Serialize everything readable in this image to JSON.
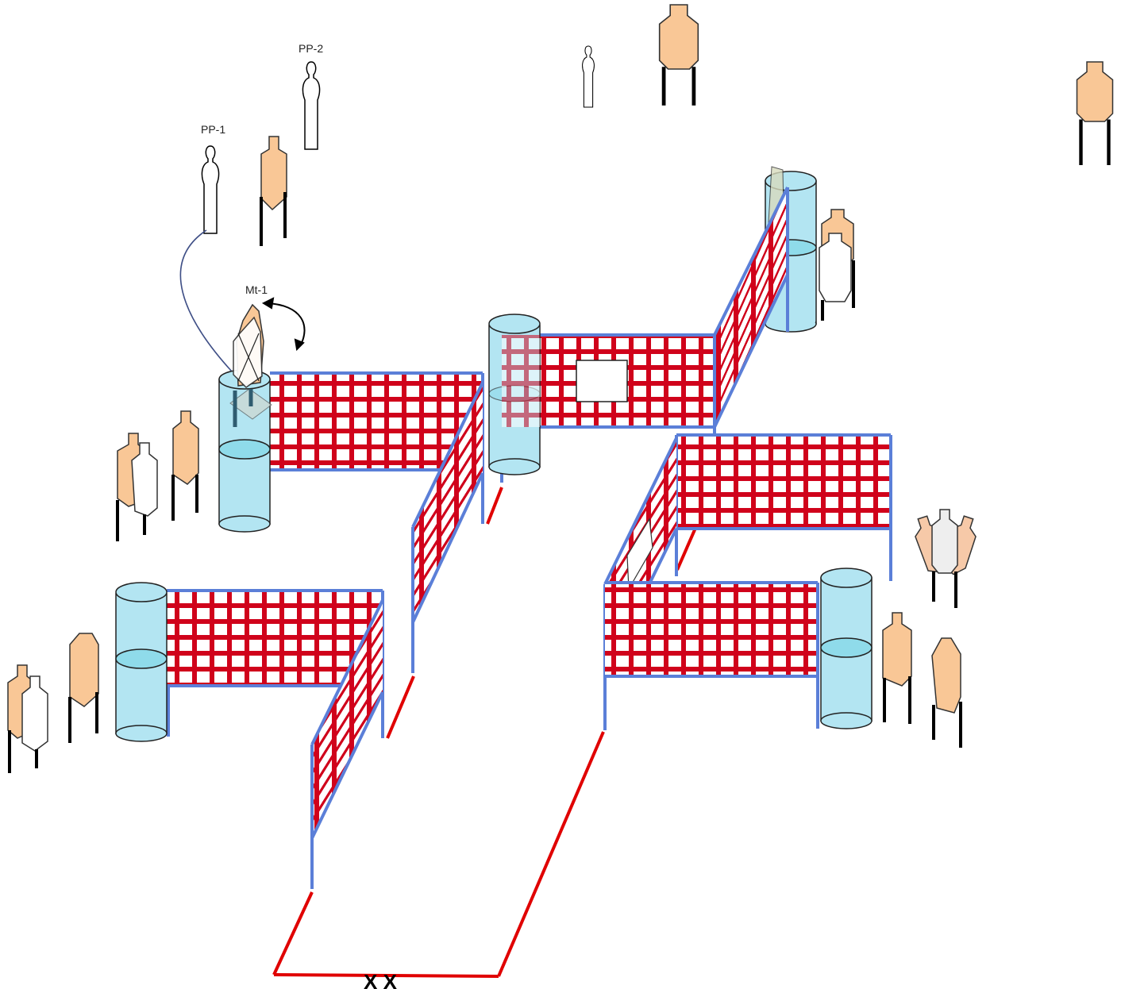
{
  "labels": {
    "pp1": "PP-1",
    "pp2": "PP-2",
    "mt1": "Mt-1",
    "start_marks": "X  X"
  },
  "colors": {
    "shoot_target": "#f9c796",
    "no_shoot_target": "#ffffff",
    "no_shoot_gray": "#eeeeee",
    "barrel_fill": "#b3e5f2",
    "barrel_water": "#8fdbea",
    "wall_mesh": "#d0021b",
    "wall_frame": "#5b7fd8",
    "fault_line": "#e00000",
    "target_stand": "#000000"
  },
  "icons": {
    "shoot_target": "ipsc-cardboard-target-icon",
    "no_shoot": "no-shoot-target-icon",
    "popper": "popper-target-icon",
    "barrel": "barrel-icon",
    "swinger_arrow": "swing-arrow-icon"
  }
}
